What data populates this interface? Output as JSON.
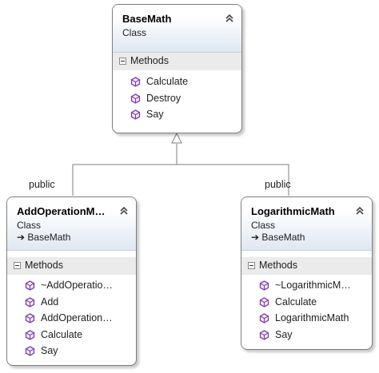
{
  "base_class": {
    "name": "BaseMath",
    "kind": "Class",
    "section_label": "Methods",
    "members": [
      "Calculate",
      "Destroy",
      "Say"
    ]
  },
  "left_class": {
    "name": "AddOperationM…",
    "kind": "Class",
    "base": "BaseMath",
    "section_label": "Methods",
    "members": [
      "~AddOperatio…",
      "Add",
      "AddOperation…",
      "Calculate",
      "Say"
    ]
  },
  "right_class": {
    "name": "LogarithmicMath",
    "kind": "Class",
    "base": "BaseMath",
    "section_label": "Methods",
    "members": [
      "~LogarithmicM…",
      "Calculate",
      "LogarithmicMath",
      "Say"
    ]
  },
  "connectors": {
    "left_label": "public",
    "right_label": "public"
  },
  "icons": {
    "collapse": "double-chevron-up-icon",
    "section_toggle": "minus-box-icon",
    "method": "method-cube-icon",
    "base_arrow": "inherits-arrow-icon"
  },
  "colors": {
    "method_icon": "#7b3fa8",
    "header_gradient": "#dfe7f2",
    "section_bg": "#ebebeb"
  }
}
